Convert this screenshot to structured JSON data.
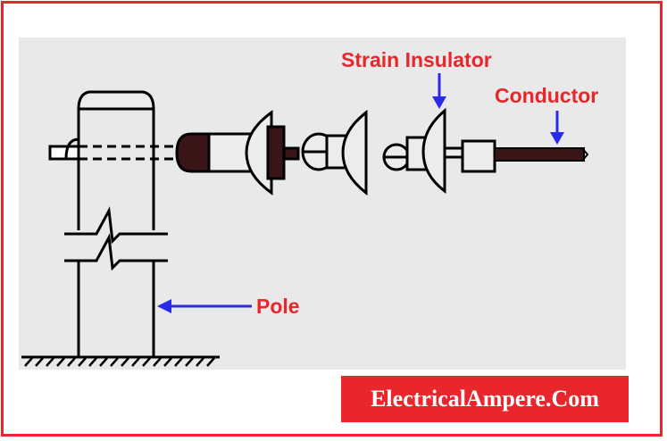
{
  "labels": {
    "strain_insulator": "Strain Insulator",
    "conductor": "Conductor",
    "pole": "Pole"
  },
  "brand": {
    "text": "ElectricalAmpere.Com"
  },
  "colors": {
    "accent": "#e8262b",
    "arrow": "#2a2ae6",
    "line": "#000000",
    "panel": "#e9e9e9",
    "dark_part": "#3a1518"
  }
}
